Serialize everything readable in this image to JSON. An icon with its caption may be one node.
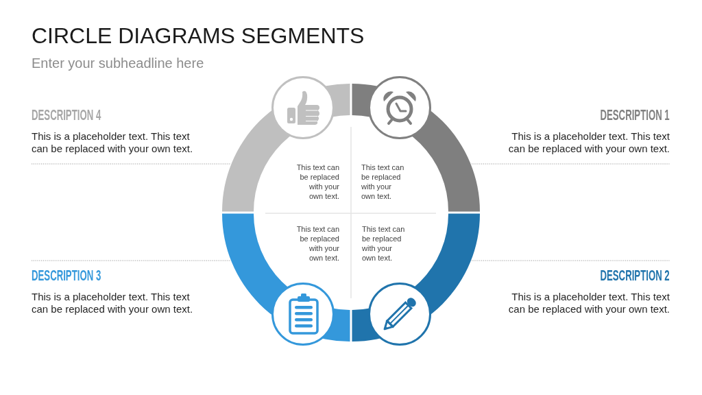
{
  "diagram": {
    "title": "CIRCLE DIAGRAMS SEGMENTS",
    "labels": [
      "Enter your subheadline here",
      "DESCRIPTION 4",
      "This is a placeholder text. This text can be replaced with your own text.",
      "DESCRIPTION 1",
      "This is a placeholder text. This text can be replaced with your own text.",
      "This text can be replaced with your own text.",
      "This text can be replaced with your own text.",
      "This text can be replaced with your own text.",
      "This text can be replaced with your own text.",
      "DESCRIPTION 3",
      "This is a placeholder text. This text can be replaced with your own text.",
      "DESCRIPTION 2",
      "This is a placeholder text. This text can be replaced with your own text."
    ]
  }
}
